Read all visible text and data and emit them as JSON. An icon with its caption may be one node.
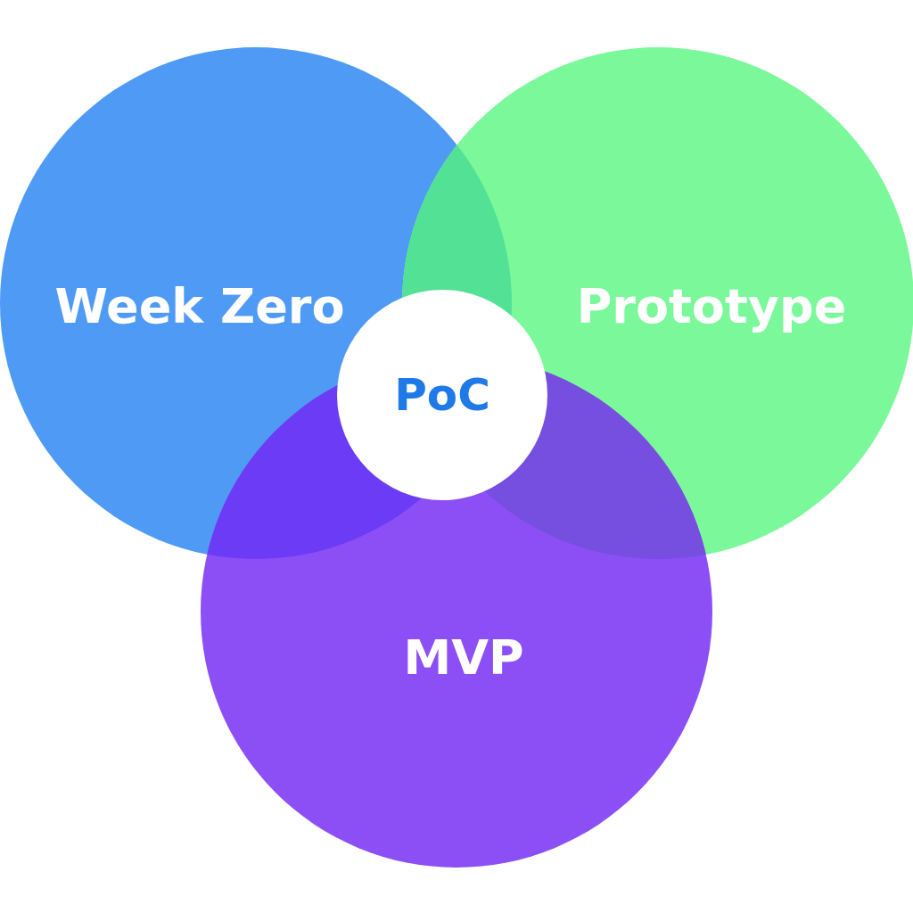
{
  "diagram": {
    "nodes": [
      {
        "text": [
          "Week Zero"
        ]
      },
      {
        "text": [
          "Prototype"
        ]
      },
      {
        "text": [
          "MVP"
        ]
      },
      {
        "text": [
          "PoC"
        ]
      }
    ]
  }
}
